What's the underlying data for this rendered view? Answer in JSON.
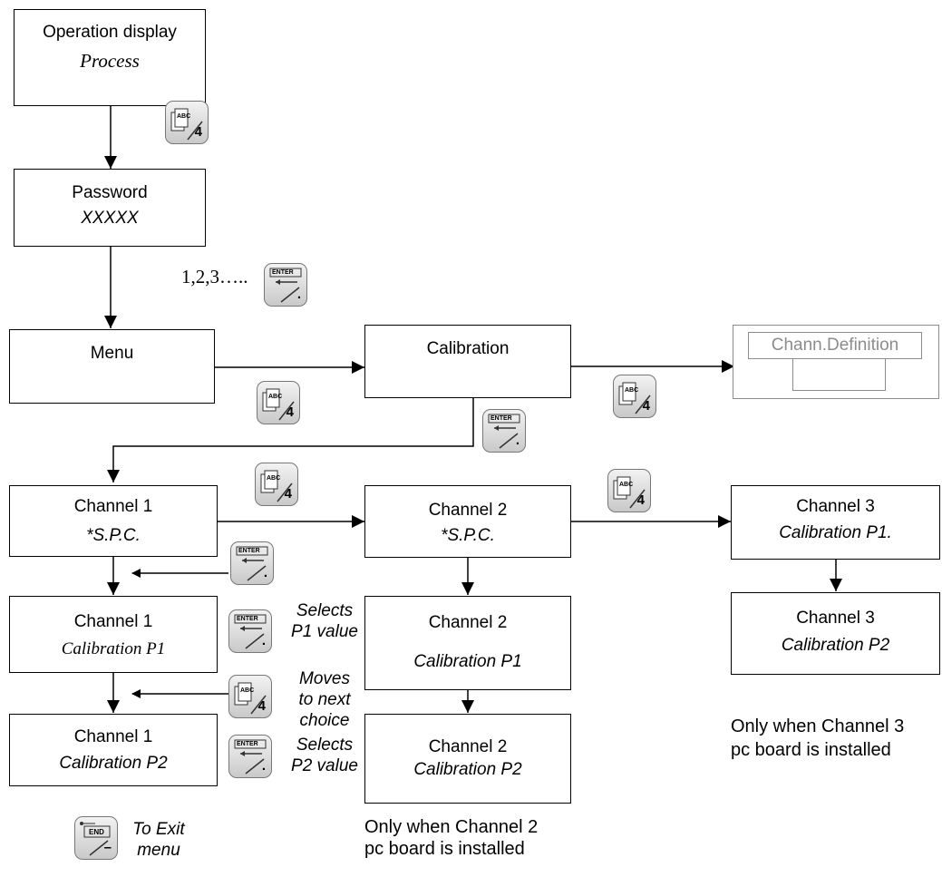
{
  "boxes": {
    "operation": {
      "line1": "Operation display",
      "line2": "Process"
    },
    "password": {
      "line1": "Password",
      "line2": "XXXXX"
    },
    "menu": {
      "line1": "Menu"
    },
    "calibration": {
      "line1": "Calibration"
    },
    "chann_def": {
      "line1": "Chann.Definition"
    },
    "ch1_spc": {
      "line1": "Channel 1",
      "line2": "*S.P.C."
    },
    "ch1_p1": {
      "line1": "Channel 1",
      "line2": "Calibration P1"
    },
    "ch1_p2": {
      "line1": "Channel 1",
      "line2": "Calibration P2"
    },
    "ch2_spc": {
      "line1": "Channel 2",
      "line2": "*S.P.C."
    },
    "ch2_p1": {
      "line1": "Channel 2",
      "line2": "Calibration P1"
    },
    "ch2_p2": {
      "line1": "Channel 2",
      "line2": "Calibration P2"
    },
    "ch3_p1": {
      "line1": "Channel 3",
      "line2": "Calibration P1."
    },
    "ch3_p2": {
      "line1": "Channel 3",
      "line2": "Calibration P2"
    }
  },
  "password_entry": "1,2,3…..",
  "keys": {
    "abc_label": "ABC",
    "abc_number": "4",
    "enter_label": "ENTER",
    "enter_symbol": ".",
    "end_label": "END",
    "end_symbol": "–"
  },
  "notes": {
    "selects_p1": [
      "Selects",
      "P1 value"
    ],
    "moves_next": [
      "Moves",
      "to next",
      "choice"
    ],
    "selects_p2": [
      "Selects",
      "P2 value"
    ],
    "to_exit": [
      "To Exit",
      "menu"
    ],
    "only_ch2": [
      "Only when Channel 2",
      "pc board is installed"
    ],
    "only_ch3": [
      "Only when Channel 3",
      "pc board is installed"
    ]
  },
  "colors": {
    "line": "#000000",
    "disabled": "#8c8c8c"
  }
}
